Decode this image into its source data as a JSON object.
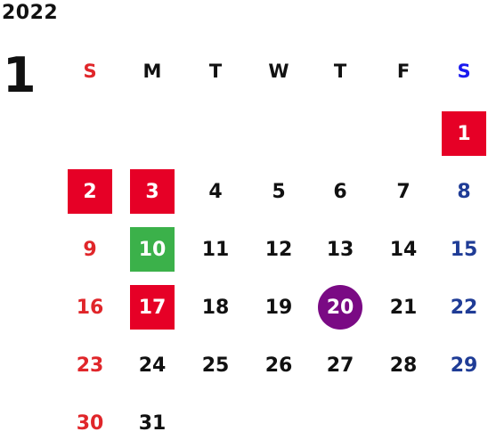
{
  "calendar": {
    "year_label": "2022",
    "month_label": "1",
    "weekday_headers": [
      "S",
      "M",
      "T",
      "W",
      "T",
      "F",
      "S"
    ],
    "first_weekday_index": 6,
    "days_in_month": 31,
    "colors": {
      "sunday_text": "#e0262a",
      "saturday_text": "#1f3c96",
      "saturday_header": "#1a1aef",
      "weekday_text": "#111111",
      "holiday_bg": "#e60026",
      "special_green_bg": "#3bb14a",
      "today_circle_bg": "#7a0a84"
    },
    "highlights": [
      {
        "day": 1,
        "style": "box",
        "color": "#e60026"
      },
      {
        "day": 2,
        "style": "box",
        "color": "#e60026"
      },
      {
        "day": 3,
        "style": "box",
        "color": "#e60026"
      },
      {
        "day": 10,
        "style": "box",
        "color": "#3bb14a"
      },
      {
        "day": 17,
        "style": "box",
        "color": "#e60026"
      },
      {
        "day": 20,
        "style": "circle",
        "color": "#7a0a84"
      }
    ]
  }
}
